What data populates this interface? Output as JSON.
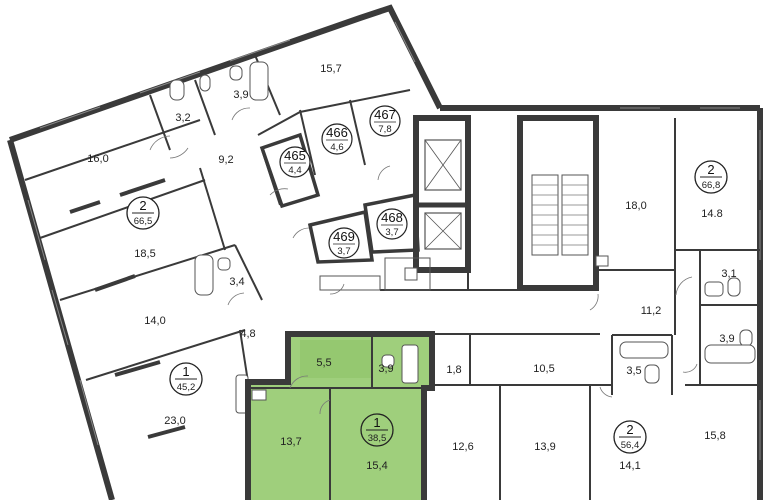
{
  "colors": {
    "highlight": "#9fcf7c",
    "highlight_dark": "#8cc266",
    "wall": "#3a3a3a",
    "background": "#ffffff"
  },
  "highlighted_apartment": {
    "rooms": "1",
    "area": "38,5"
  },
  "apartments": [
    {
      "id": "apt-left-2",
      "rooms": "2",
      "area": "66,5"
    },
    {
      "id": "apt-right-2",
      "rooms": "2",
      "area": "66,8"
    },
    {
      "id": "apt-left-1",
      "rooms": "1",
      "area": "45,2"
    },
    {
      "id": "apt-bottom-right-2",
      "rooms": "2",
      "area": "56,4"
    }
  ],
  "storage_units": [
    {
      "id": "465",
      "num": "465",
      "area": "4,4"
    },
    {
      "id": "466",
      "num": "466",
      "area": "4,6"
    },
    {
      "id": "467",
      "num": "467",
      "area": "7,8"
    },
    {
      "id": "468",
      "num": "468",
      "area": "3,7"
    },
    {
      "id": "469",
      "num": "469",
      "area": "3,7"
    }
  ],
  "room_areas": [
    "15,7",
    "3,9",
    "3,2",
    "9,2",
    "16,0",
    "18,5",
    "3,4",
    "14,0",
    "4,8",
    "23,0",
    "5,5",
    "3,9",
    "1,8",
    "13,7",
    "15,4",
    "10,5",
    "12,6",
    "13,9",
    "3,5",
    "14,1",
    "15,8",
    "18,0",
    "14.8",
    "3,1",
    "11,2",
    "3,9"
  ]
}
